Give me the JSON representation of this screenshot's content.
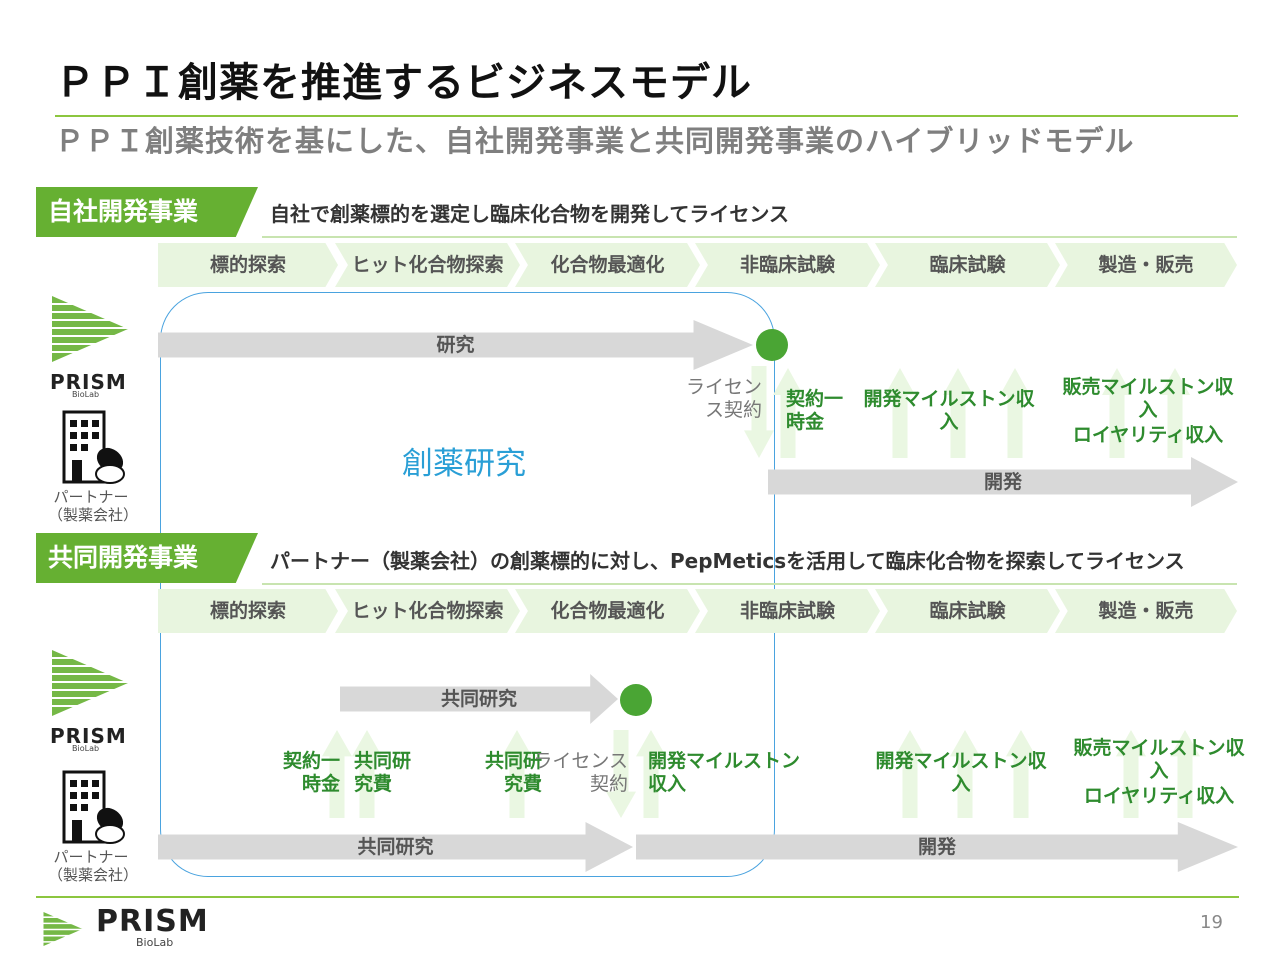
{
  "title": "ＰＰＩ創薬を推進するビジネスモデル",
  "subtitle": "ＰＰＩ創薬技術を基にした、自社開発事業と共同開発事業のハイブリッドモデル",
  "section1": {
    "tag": "自社開発事業",
    "description": "自社で創薬標的を選定し臨床化合物を開発してライセンス",
    "stages": [
      "標的探索",
      "ヒット化合物探索",
      "化合物最適化",
      "非臨床試験",
      "臨床試験",
      "製造・販売"
    ],
    "research_arrow": "研究",
    "license_label": "ライセンス契約",
    "upfront": "契約一時金",
    "dev_milestone": "開発マイルストン収入",
    "sales_milestone": "販売マイルストン収入",
    "royalty": "ロイヤリティ収入",
    "dev_arrow": "開発"
  },
  "section2": {
    "tag": "共同開発事業",
    "description": "パートナー（製薬会社）の創薬標的に対し、PepMeticsを活用して臨床化合物を探索してライセンス",
    "stages": [
      "標的探索",
      "ヒット化合物探索",
      "化合物最適化",
      "非臨床試験",
      "臨床試験",
      "製造・販売"
    ],
    "joint_research_top": "共同研究",
    "upfront": "契約一時金",
    "joint_cost": "共同研究費",
    "joint_cost_2": "共同研究費",
    "license_label": "ライセンス契約",
    "dev_milestone_1": "開発マイルストン収入",
    "dev_milestone_2": "開発マイルストン収入",
    "sales_milestone": "販売マイルストン収入",
    "royalty": "ロイヤリティ収入",
    "joint_research_bottom": "共同研究",
    "dev_arrow": "開発"
  },
  "research_box_label": "創薬研究",
  "logo": {
    "name": "PRISM",
    "sub": "BioLab"
  },
  "partner_label": "パートナー（製薬会社）",
  "page_number": "19",
  "colors": {
    "accent_green": "#66b032",
    "dot_green": "#4aa534",
    "box_blue": "#4aa3df"
  },
  "icons": [
    "prism-logo-icon",
    "building-icon",
    "pill-icon"
  ]
}
